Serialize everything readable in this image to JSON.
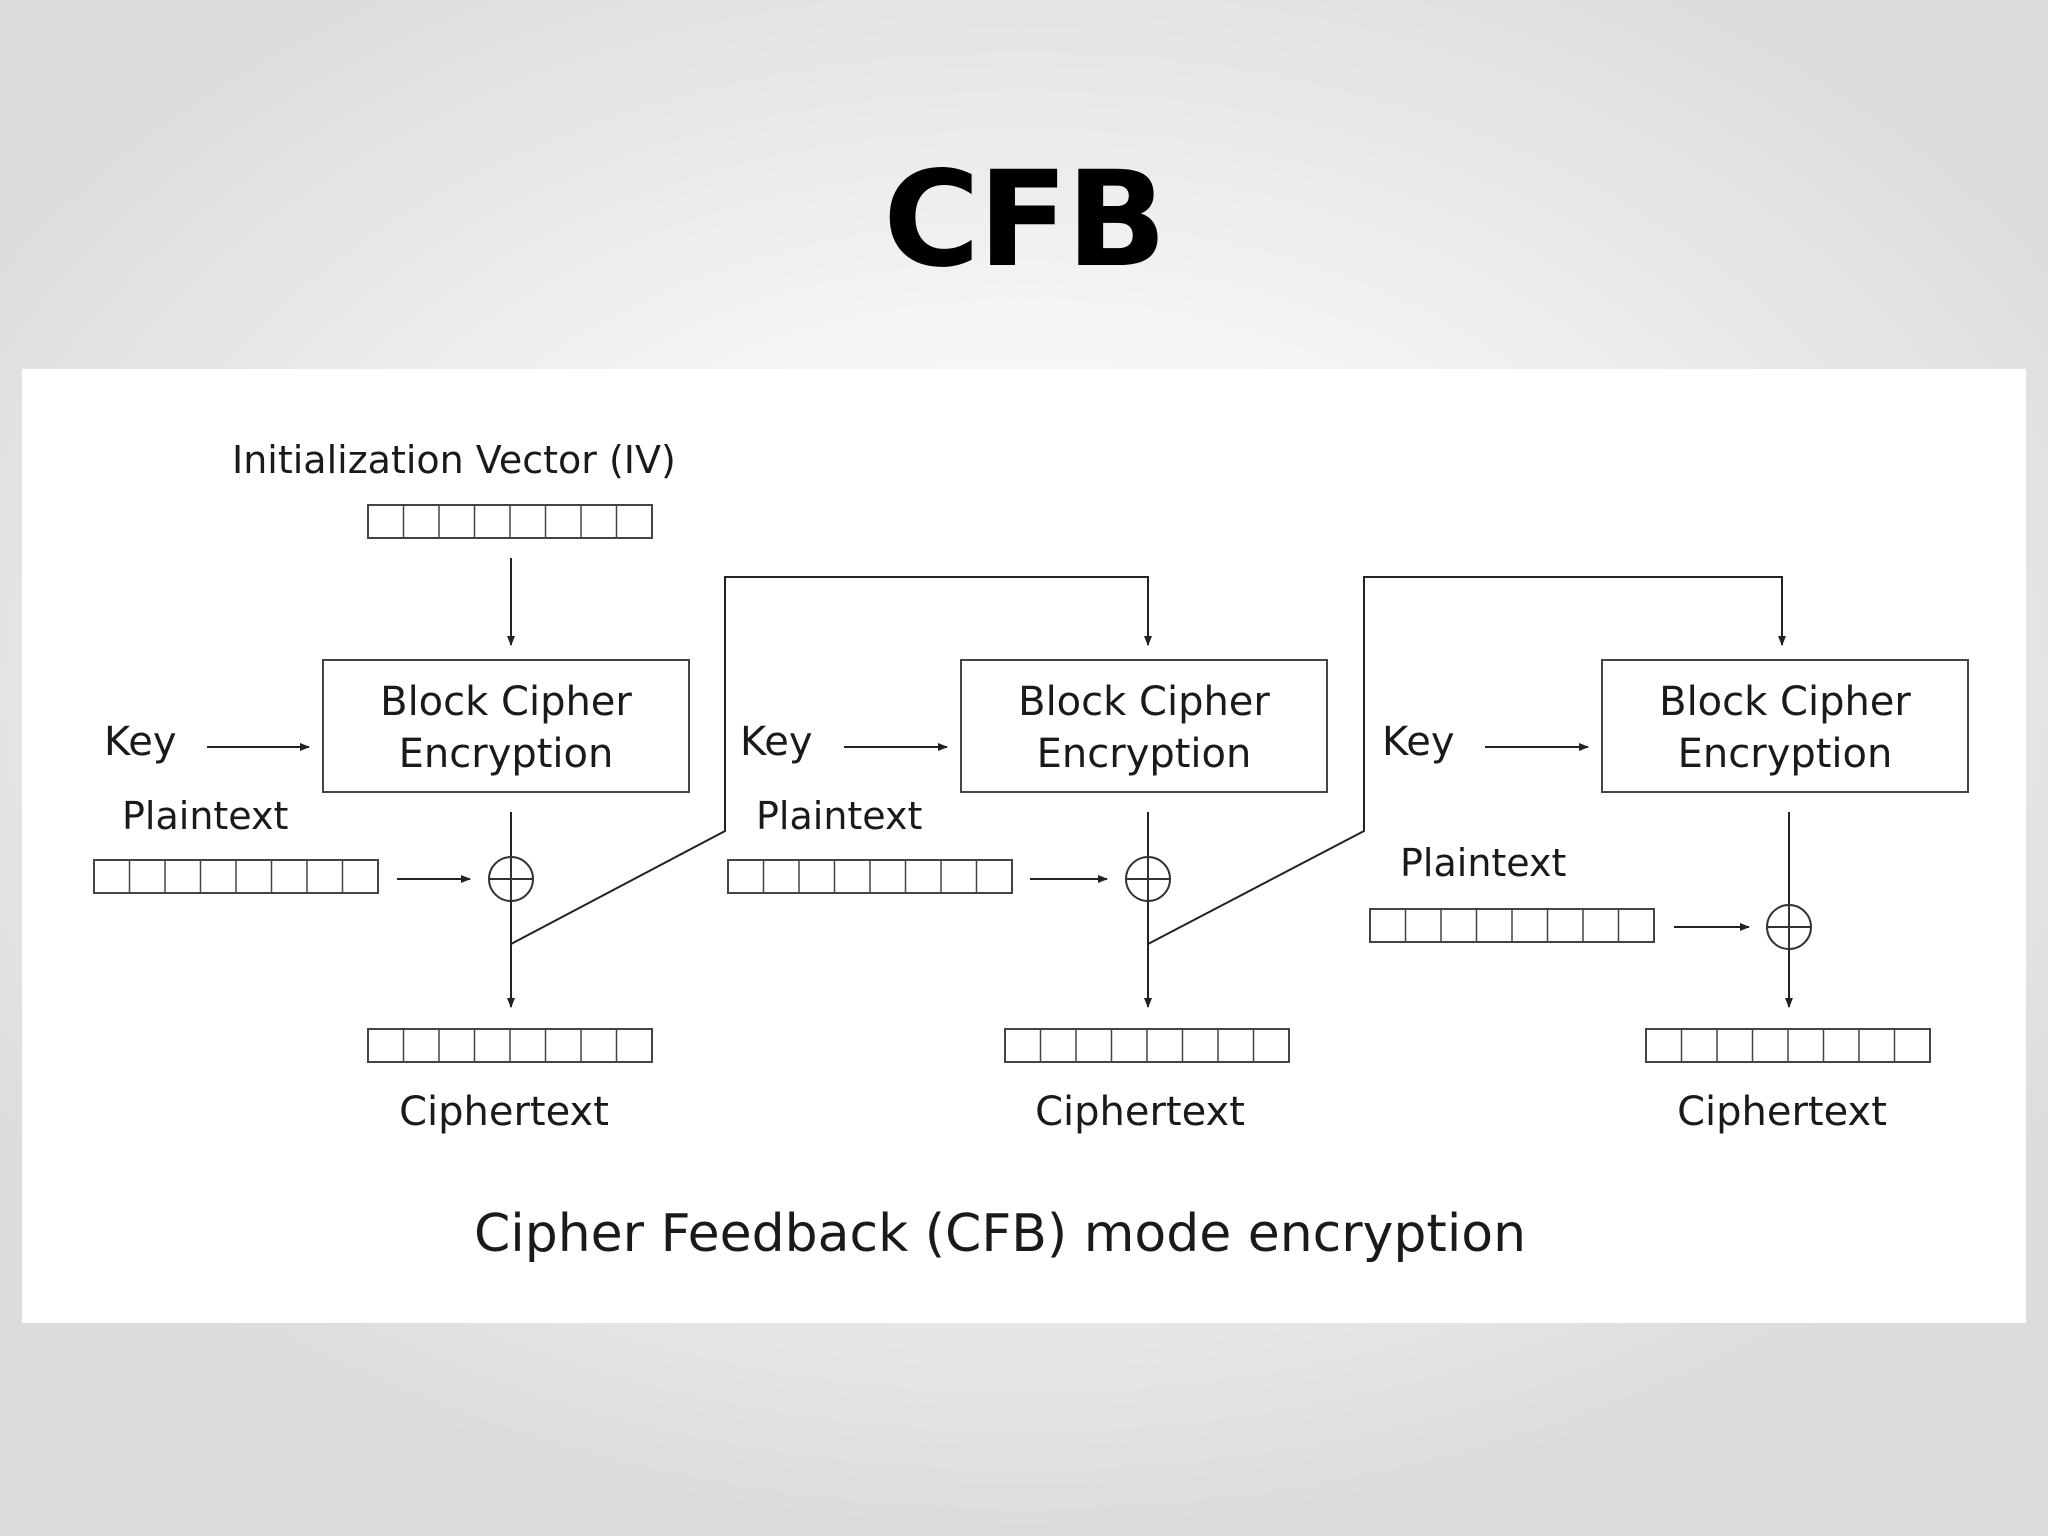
{
  "slide": {
    "title": "CFB"
  },
  "diagram": {
    "iv_label": "Initialization Vector (IV)",
    "caption": "Cipher Feedback (CFB) mode encryption",
    "stages": [
      {
        "key_label": "Key",
        "cipher_line1": "Block Cipher",
        "cipher_line2": "Encryption",
        "plaintext_label": "Plaintext",
        "ciphertext_label": "Ciphertext"
      },
      {
        "key_label": "Key",
        "cipher_line1": "Block Cipher",
        "cipher_line2": "Encryption",
        "plaintext_label": "Plaintext",
        "ciphertext_label": "Ciphertext"
      },
      {
        "key_label": "Key",
        "cipher_line1": "Block Cipher",
        "cipher_line2": "Encryption",
        "plaintext_label": "Plaintext",
        "ciphertext_label": "Ciphertext"
      }
    ]
  }
}
